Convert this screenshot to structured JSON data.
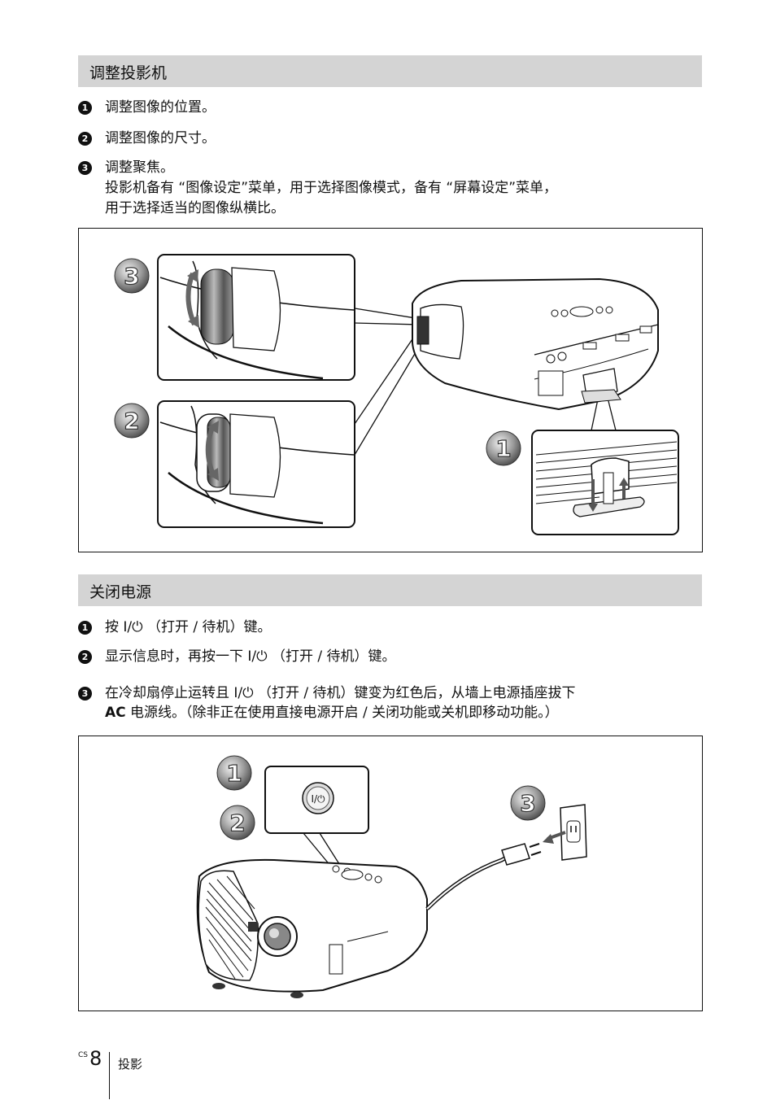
{
  "section1": {
    "title": "调整投影机",
    "steps": [
      {
        "num": "1",
        "text": "调整图像的位置。"
      },
      {
        "num": "2",
        "text": "调整图像的尺寸。"
      },
      {
        "num": "3",
        "text": "调整聚焦。"
      }
    ],
    "note_line1": "投影机备有 “图像设定”菜单，用于选择图像模式，备有 “屏幕设定”菜单，",
    "note_line2": "用于选择适当的图像纵横比。",
    "figure_callouts": [
      "3",
      "2",
      "1"
    ]
  },
  "section2": {
    "title": "关闭电源",
    "steps": [
      {
        "num": "1",
        "text": "按 I/⏻ （打开 / 待机）键。"
      },
      {
        "num": "2",
        "text": "显示信息时，再按一下 I/⏻ （打开 / 待机）键。"
      },
      {
        "num": "3",
        "text": "在冷却扇停止运转且 I/⏻ （打开 / 待机）键变为红色后，从墙上电源插座拔下"
      }
    ],
    "step3_line2_bold": "AC",
    "step3_line2_rest": " 电源线。（除非正在使用直接电源开启 / 关闭功能或关机即移动功能。）",
    "figure_callouts": [
      "1",
      "2",
      "3"
    ],
    "button_label": "I/⏻"
  },
  "footer": {
    "lang": "CS",
    "page_number": "8",
    "chapter": "投影"
  }
}
